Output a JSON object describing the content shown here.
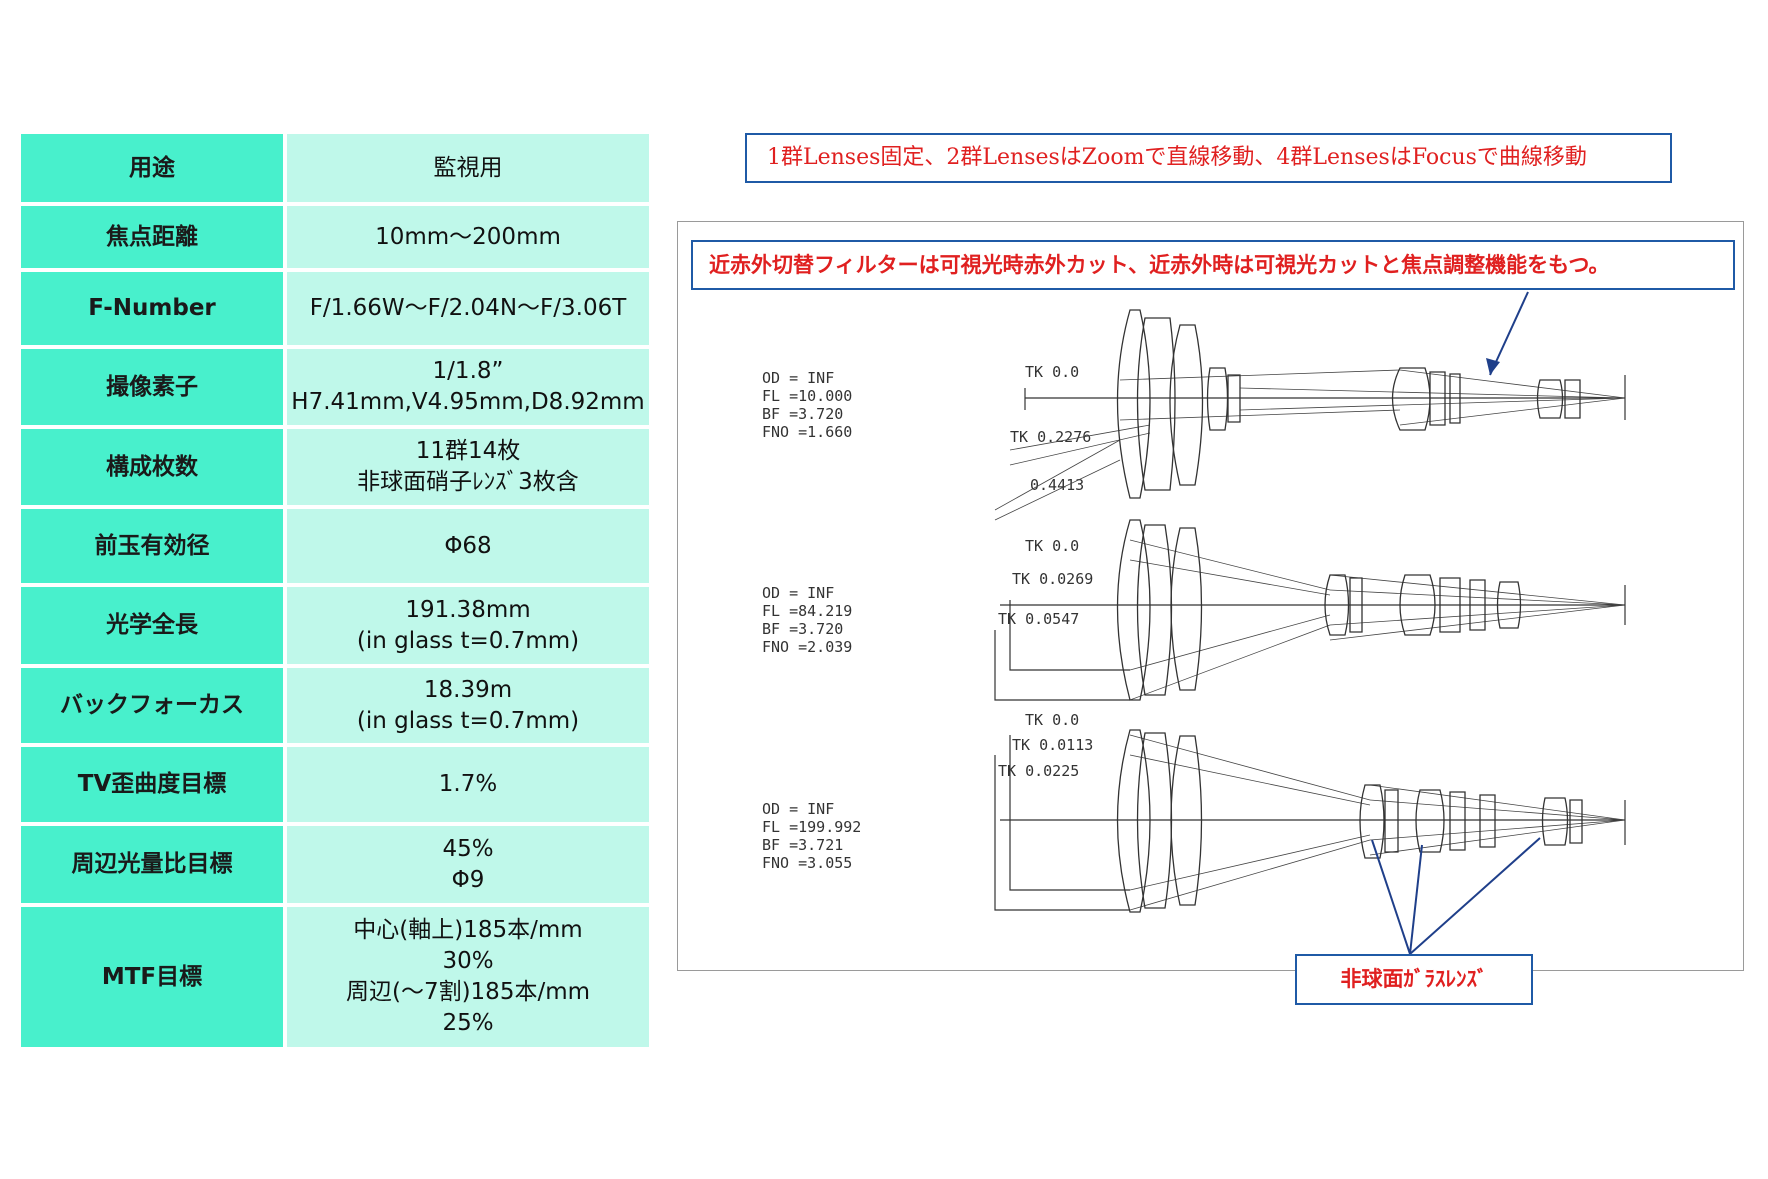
{
  "spec_table": [
    {
      "label": "用途",
      "value": [
        "監視用"
      ]
    },
    {
      "label": "焦点距離",
      "value": [
        "10mm〜200mm"
      ]
    },
    {
      "label": "F-Number",
      "value": [
        "F/1.66W〜F/2.04N〜F/3.06T"
      ]
    },
    {
      "label": "撮像素子",
      "value": [
        "1/1.8”",
        "H7.41mm,V4.95mm,D8.92mm"
      ]
    },
    {
      "label": "構成枚数",
      "value": [
        "11群14枚",
        "非球面硝子ﾚﾝｽﾞ3枚含"
      ]
    },
    {
      "label": "前玉有効径",
      "value": [
        "Φ68"
      ]
    },
    {
      "label": "光学全長",
      "value": [
        "191.38mm",
        "(in glass t=0.7mm)"
      ]
    },
    {
      "label": "バックフォーカス",
      "value": [
        "18.39m",
        "(in glass t=0.7mm)"
      ]
    },
    {
      "label": "TV歪曲度目標",
      "value": [
        "1.7%"
      ]
    },
    {
      "label": "周辺光量比目標",
      "value": [
        "45%",
        "Φ9"
      ]
    },
    {
      "label": "MTF目標",
      "value": [
        "中心(軸上)185本/mm",
        "30%",
        "周辺(〜7割)185本/mm",
        "25%"
      ]
    }
  ],
  "notes": {
    "group_motion": "1群Lenses固定、2群LensesはZoomで直線移動、4群LensesはFocusで曲線移動",
    "filter": "近赤外切替フィルターは可視光時赤外カット、近赤外時は可視光カットと焦点調整機能をもつ。",
    "aspheric": "非球面ｶﾞﾗｽﾚﾝｽﾞ"
  },
  "configs": [
    {
      "params": [
        "OD  = INF",
        "FL  =10.000",
        "BF  =3.720",
        "FNO =1.660"
      ],
      "tk": [
        "TK 0.0",
        "TK 0.2276",
        "0.4413"
      ]
    },
    {
      "params": [
        "OD  = INF",
        "FL  =84.219",
        "BF  =3.720",
        "FNO =2.039"
      ],
      "tk": [
        "TK 0.0",
        "TK 0.0269",
        "TK 0.0547"
      ]
    },
    {
      "params": [
        "OD  = INF",
        "FL  =199.992",
        "BF  =3.721",
        "FNO =3.055"
      ],
      "tk": [
        "TK 0.0",
        "TK 0.0113",
        "TK 0.0225"
      ]
    }
  ]
}
